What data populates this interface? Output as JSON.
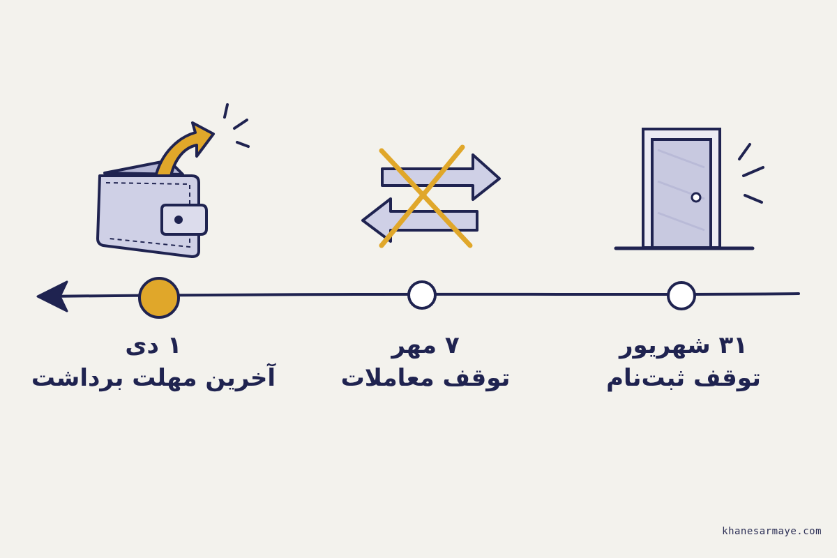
{
  "milestones": [
    {
      "id": "registration",
      "date": "۳۱ شهریور",
      "event": "توقف ثبت‌نام",
      "status": "upcoming",
      "icon": "door-icon"
    },
    {
      "id": "trading",
      "date": "۷ مهر",
      "event": "توقف معاملات",
      "status": "upcoming",
      "icon": "crossed-arrows-icon"
    },
    {
      "id": "withdrawal",
      "date": "۱ دی",
      "event": "آخرین مهلت برداشت",
      "status": "highlighted",
      "icon": "wallet-withdraw-icon"
    }
  ],
  "watermark": "khanesarmaye.com",
  "colors": {
    "ink": "#1f2350",
    "accent": "#e0a72a",
    "icon_fill": "#cfd0e6",
    "background": "#f3f2ed"
  }
}
